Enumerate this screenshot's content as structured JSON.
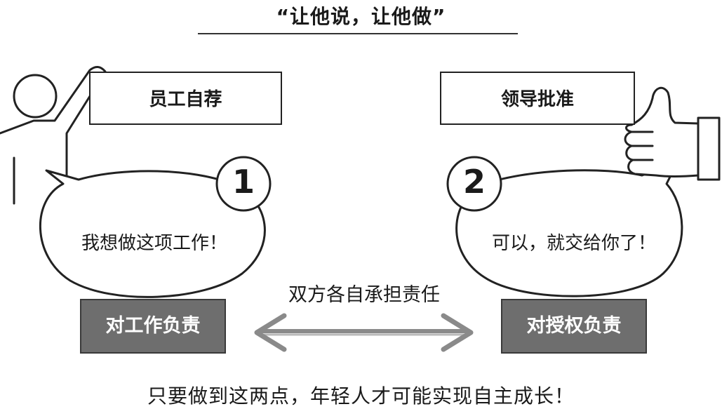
{
  "title": "“让他说，让他做”",
  "left": {
    "label": "员工自荐",
    "number": "1",
    "speech": "我想做这项工作！",
    "responsibility": "对工作负责"
  },
  "right": {
    "label": "领导批准",
    "number": "2",
    "speech": "可以，就交给你了！",
    "responsibility": "对授权负责"
  },
  "middle": {
    "text": "双方各自承担责任"
  },
  "bottom": {
    "text": "只要做到这两点，年轻人才可能实现自主成长！"
  },
  "colors": {
    "line": "#222222",
    "box_fill": "#6e6e6e",
    "arrow": "#8a8a8a"
  }
}
